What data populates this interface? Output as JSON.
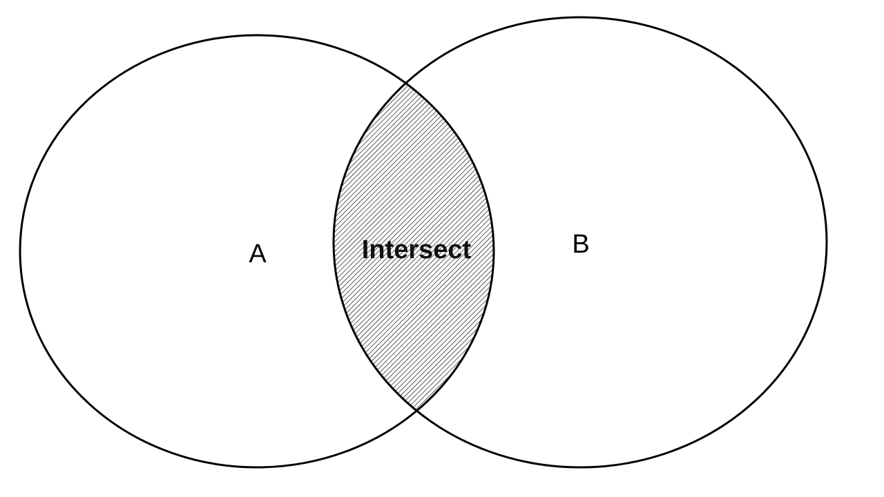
{
  "diagram": {
    "type": "venn",
    "sets": [
      {
        "label": "A"
      },
      {
        "label": "B"
      }
    ],
    "intersection": {
      "label": "Intersect",
      "fill_style": "diagonal-hatch"
    },
    "colors": {
      "background": "#ffffff",
      "outline": "#000000",
      "hatch": "#000000",
      "text": "#000000"
    }
  }
}
